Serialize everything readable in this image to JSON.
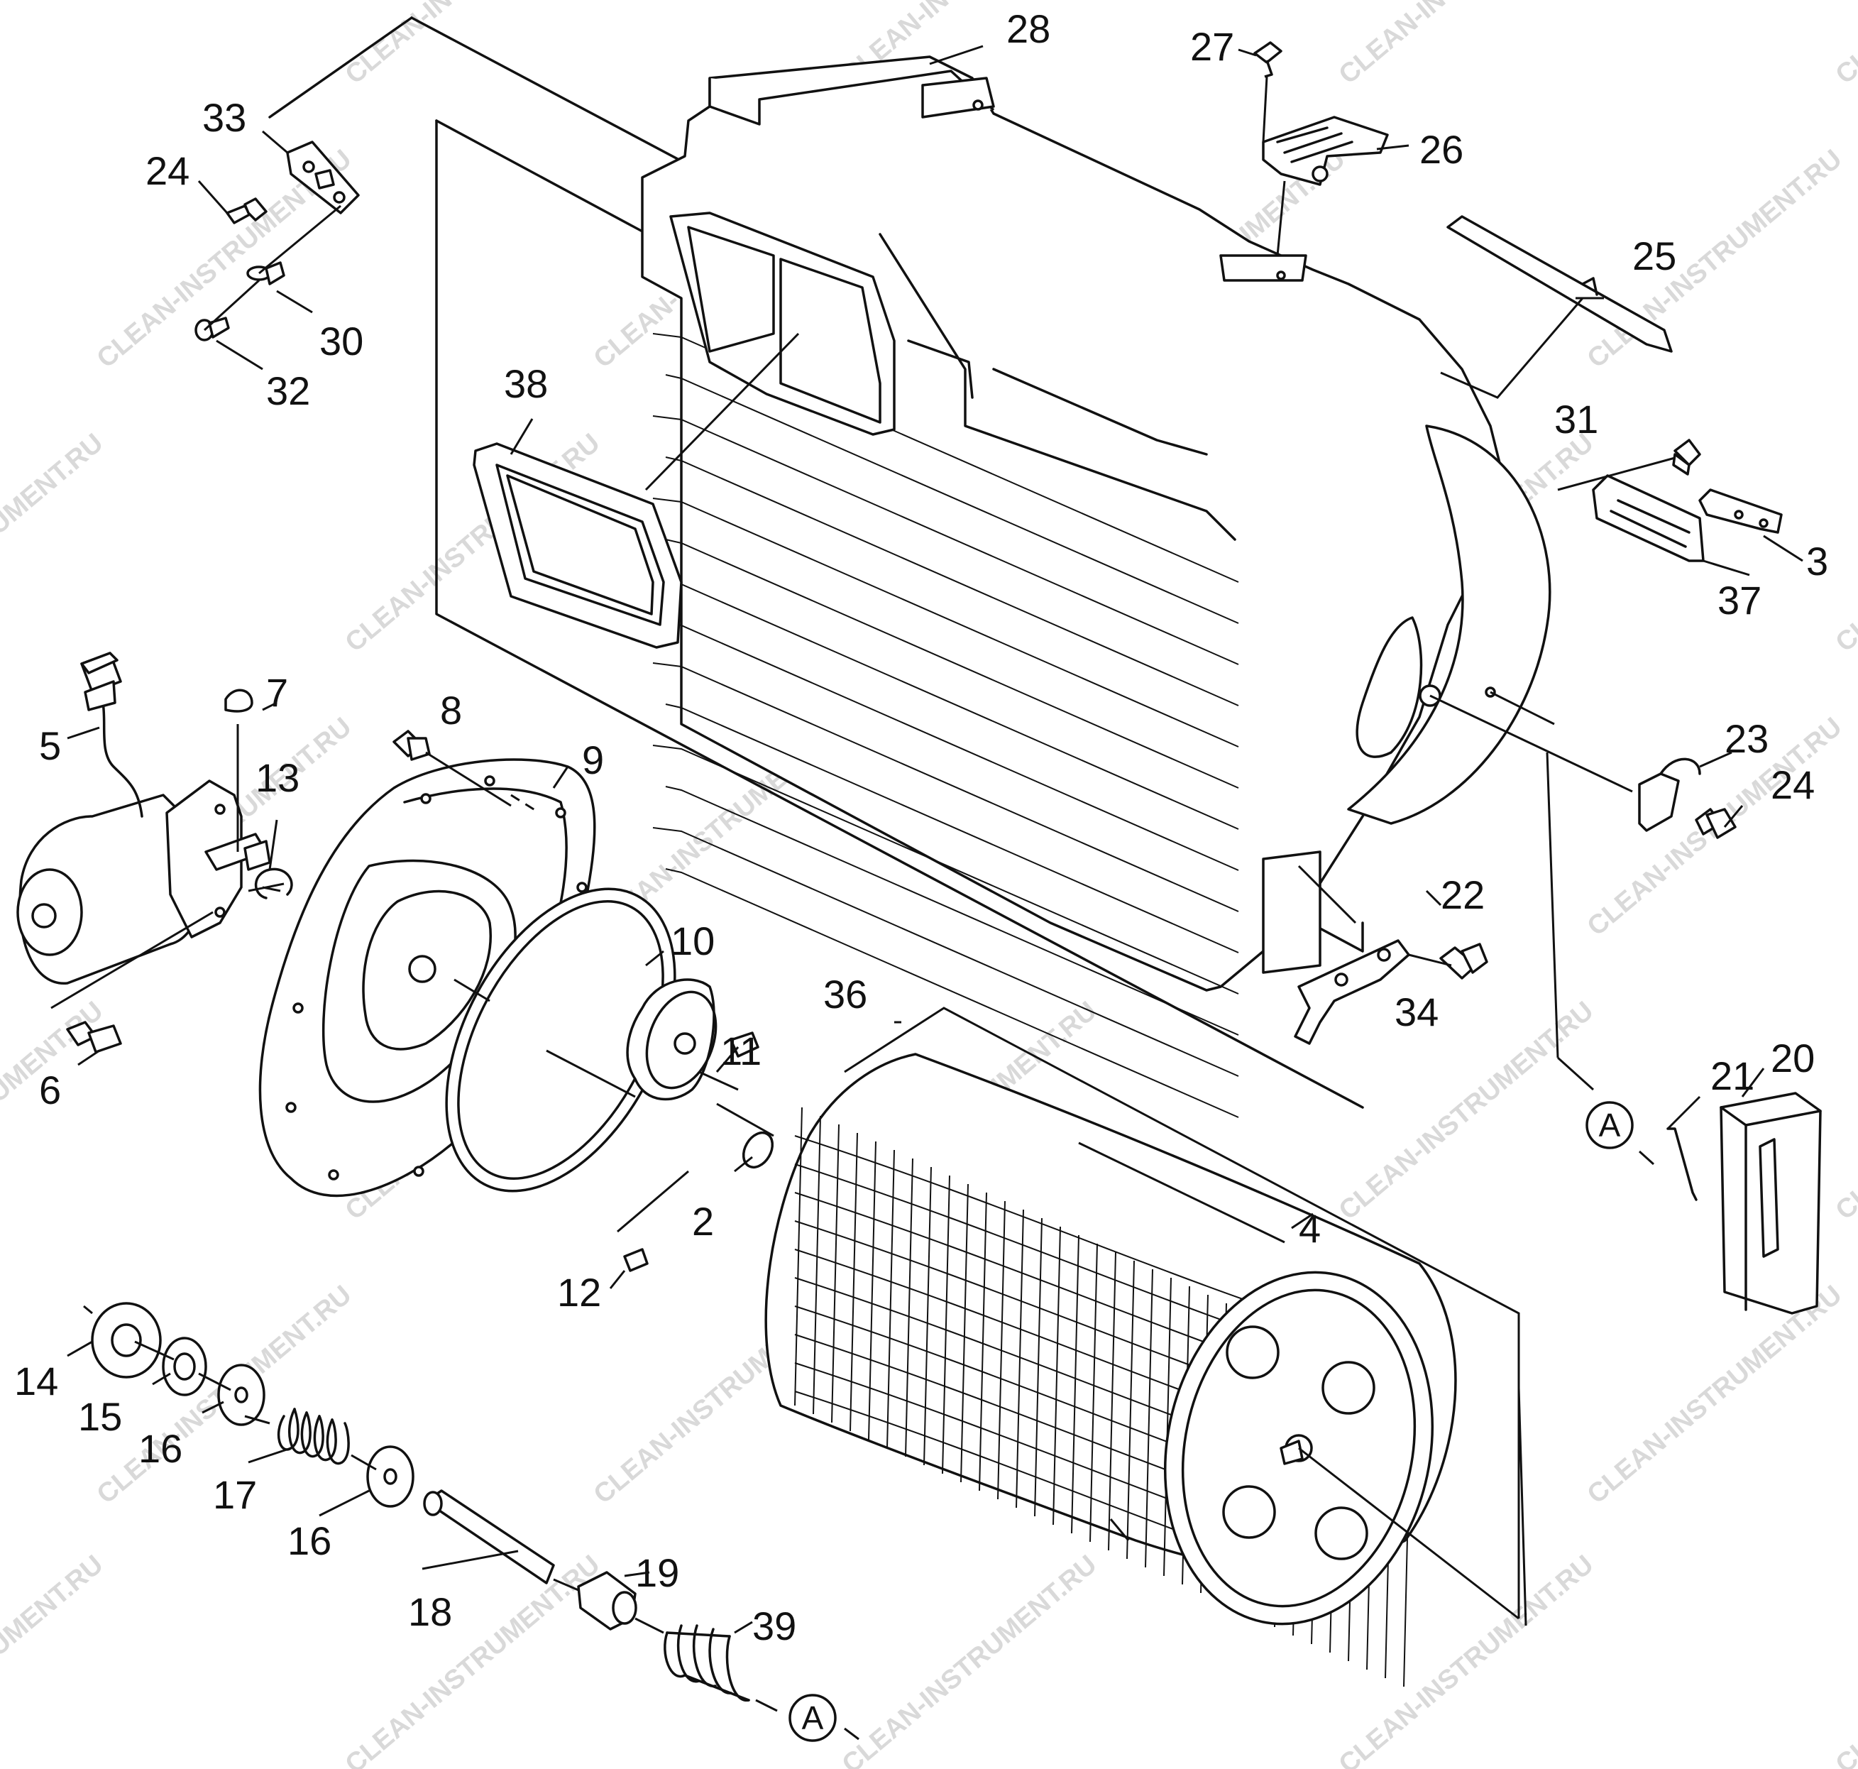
{
  "watermark": "CLEAN-INSTRUMENT.RU",
  "callouts": [
    {
      "id": "c28",
      "text": "28"
    },
    {
      "id": "c27",
      "text": "27"
    },
    {
      "id": "c26",
      "text": "26"
    },
    {
      "id": "c33",
      "text": "33"
    },
    {
      "id": "c24a",
      "text": "24"
    },
    {
      "id": "c30",
      "text": "30"
    },
    {
      "id": "c32",
      "text": "32"
    },
    {
      "id": "c25",
      "text": "25"
    },
    {
      "id": "c38",
      "text": "38"
    },
    {
      "id": "c31",
      "text": "31"
    },
    {
      "id": "c3",
      "text": "3"
    },
    {
      "id": "c37",
      "text": "37"
    },
    {
      "id": "c7",
      "text": "7"
    },
    {
      "id": "c5",
      "text": "5"
    },
    {
      "id": "c8",
      "text": "8"
    },
    {
      "id": "c9",
      "text": "9"
    },
    {
      "id": "c13",
      "text": "13"
    },
    {
      "id": "c23",
      "text": "23"
    },
    {
      "id": "c24b",
      "text": "24"
    },
    {
      "id": "c22",
      "text": "22"
    },
    {
      "id": "c10",
      "text": "10"
    },
    {
      "id": "c36",
      "text": "36"
    },
    {
      "id": "c34",
      "text": "34"
    },
    {
      "id": "c6",
      "text": "6"
    },
    {
      "id": "c11",
      "text": "11"
    },
    {
      "id": "c21",
      "text": "21"
    },
    {
      "id": "c20",
      "text": "20"
    },
    {
      "id": "c2",
      "text": "2"
    },
    {
      "id": "c4",
      "text": "4"
    },
    {
      "id": "c12",
      "text": "12"
    },
    {
      "id": "c14",
      "text": "14"
    },
    {
      "id": "c15",
      "text": "15"
    },
    {
      "id": "c16a",
      "text": "16"
    },
    {
      "id": "c17",
      "text": "17"
    },
    {
      "id": "c16b",
      "text": "16"
    },
    {
      "id": "c18",
      "text": "18"
    },
    {
      "id": "c19",
      "text": "19"
    },
    {
      "id": "c39",
      "text": "39"
    }
  ],
  "markers": [
    {
      "id": "mA1",
      "text": "A"
    },
    {
      "id": "mA2",
      "text": "A"
    }
  ]
}
